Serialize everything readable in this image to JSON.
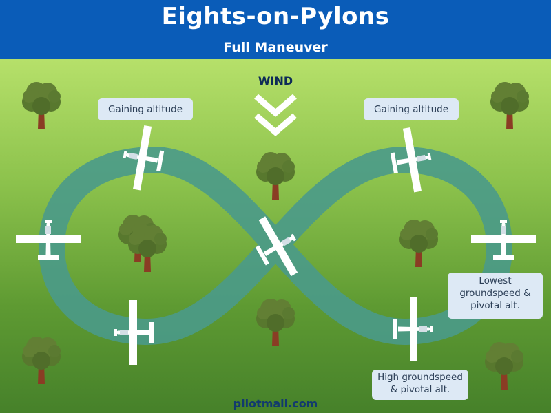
{
  "header": {
    "title": "Eights-on-Pylons",
    "subtitle": "Full Maneuver"
  },
  "wind": {
    "label": "WIND"
  },
  "labels": {
    "left_top": "Gaining altitude",
    "right_top": "Gaining altitude",
    "right_mid_line1": "Lowest",
    "right_mid_line2": "groundspeed &",
    "right_mid_line3": "pivotal alt.",
    "bottom_line1": "High groundspeed",
    "bottom_line2": "& pivotal alt."
  },
  "footer": {
    "brand": "pilotmall.com"
  },
  "colors": {
    "header_bg": "#0a5cb8",
    "path": "#4a9a8a",
    "label_bg": "#dde9f5",
    "plane": "#ffffff",
    "tree_foliage": "#58782e",
    "tree_trunk": "#8a3c24"
  }
}
